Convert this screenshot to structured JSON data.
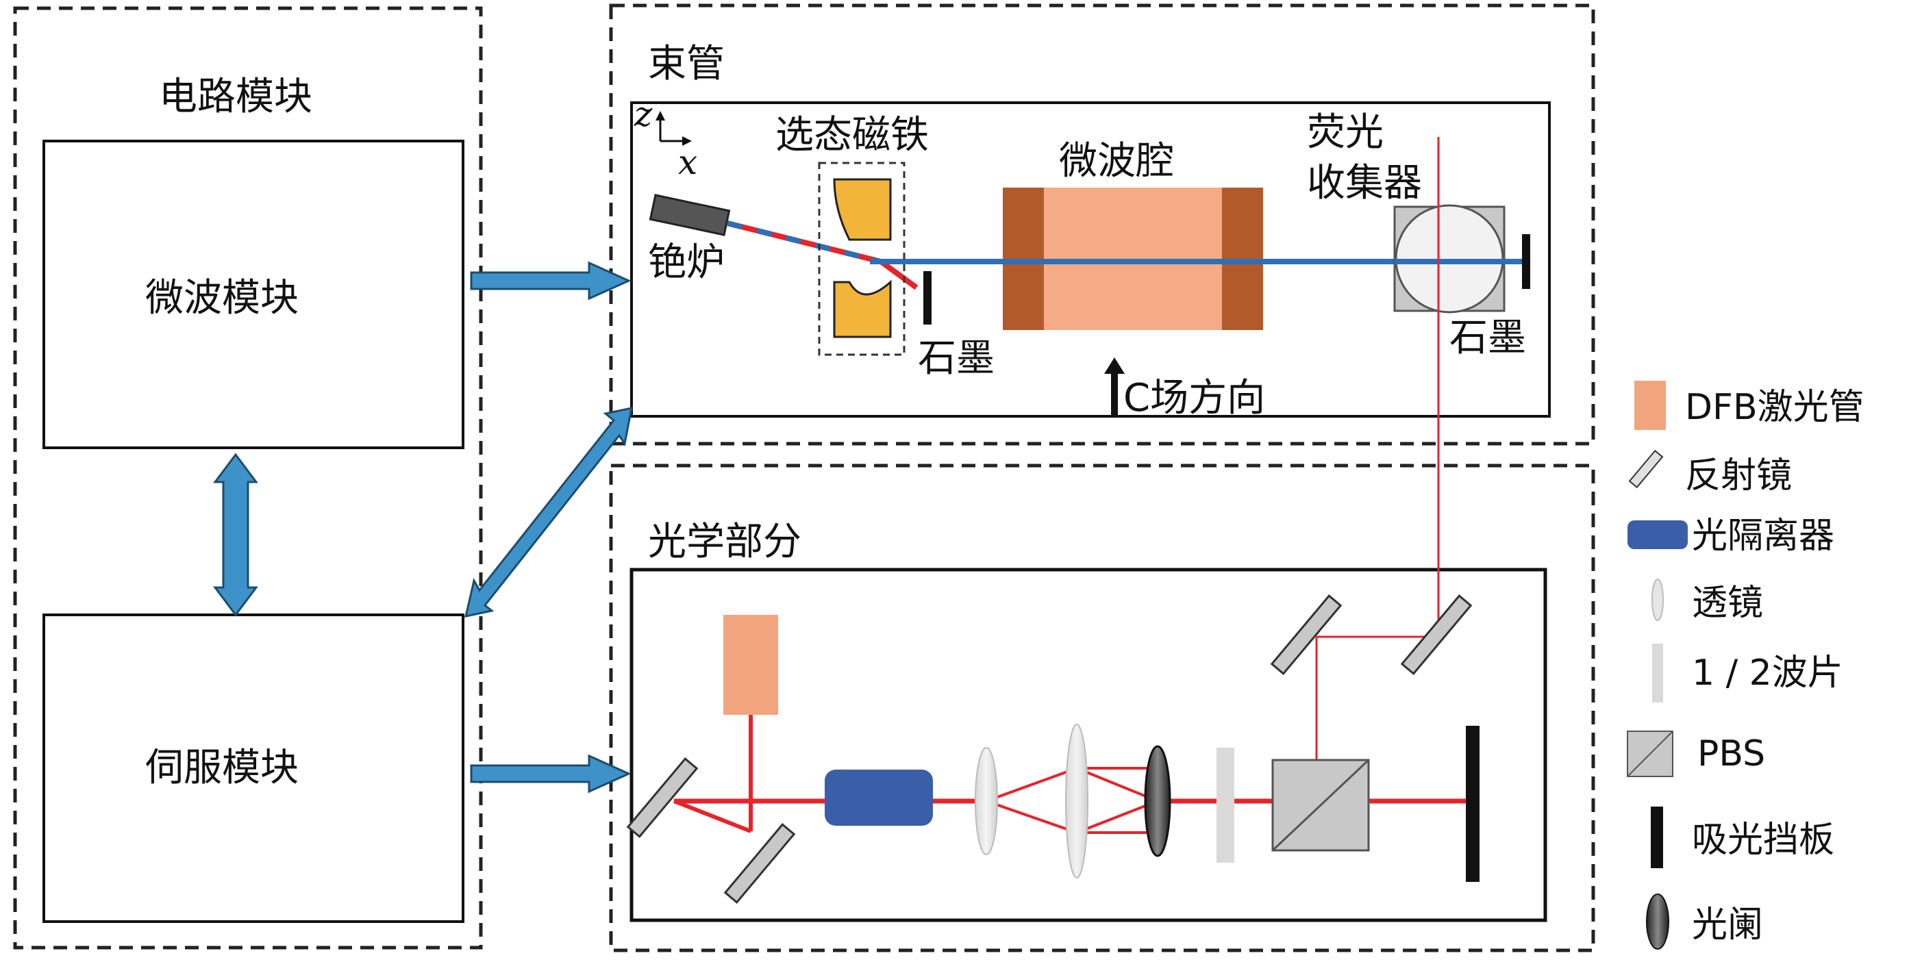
{
  "circuit_section": {
    "title": "电路模块",
    "microwave_module": "微波模块",
    "servo_module": "伺服模块"
  },
  "beam_tube_section": {
    "title": "束管",
    "axis_z": "z",
    "axis_x": "x",
    "state_select_magnet": "选态磁铁",
    "microwave_cavity": "微波腔",
    "fluorescence_collector_line1": "荧光",
    "fluorescence_collector_line2": "收集器",
    "cesium_oven": "铯炉",
    "graphite_left": "石墨",
    "graphite_right": "石墨",
    "c_field_direction": "C场方向"
  },
  "optics_section": {
    "title": "光学部分"
  },
  "legend": {
    "items": [
      {
        "label": "DFB激光管",
        "icon": "dfb-laser-icon"
      },
      {
        "label": "反射镜",
        "icon": "mirror-icon"
      },
      {
        "label": "光隔离器",
        "icon": "optical-isolator-icon"
      },
      {
        "label": "透镜",
        "icon": "lens-icon"
      },
      {
        "label": "1 / 2波片",
        "icon": "half-wave-plate-icon"
      },
      {
        "label": "PBS",
        "icon": "pbs-icon"
      },
      {
        "label": "吸光挡板",
        "icon": "beam-block-icon"
      },
      {
        "label": "光阑",
        "icon": "aperture-icon"
      }
    ]
  },
  "colors": {
    "arrow_fill": "#3d93c9",
    "laser_red": "#e8232a",
    "atom_beam_blue": "#2e6fb6",
    "dfb_orange": "#f2a57c",
    "cavity_pink": "#f4ab86",
    "cavity_end_brown": "#b35a2a",
    "magnet_yellow": "#f2b53a",
    "isolator_blue": "#3b5ea8",
    "component_gray": "#c8c8c8"
  }
}
